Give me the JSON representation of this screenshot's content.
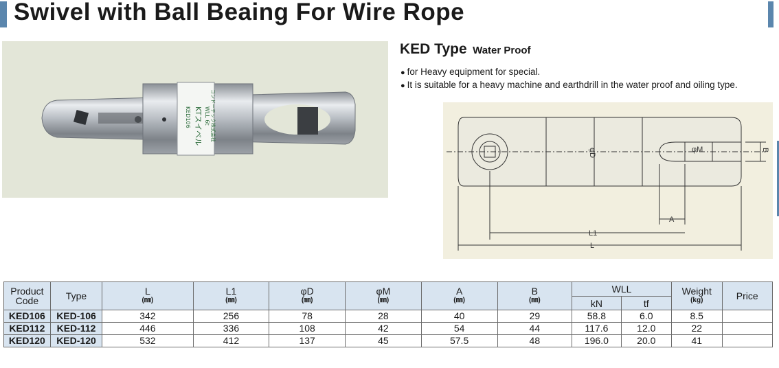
{
  "page": {
    "title": "Swivel with Ball Beaing For Wire Rope"
  },
  "product": {
    "type_heading": "KED Type",
    "type_subheading": "Water Proof",
    "bullets": [
      "for Heavy equipment for special.",
      "It is suitable for a heavy machine and earthdrill in the water proof and oiling type."
    ],
    "photo_label_main": "KTスイベル",
    "photo_label_code": "KED106",
    "photo_label_wll": "WLL 6t",
    "photo_label_maker": "コンドーテック株式会社"
  },
  "diagram": {
    "labels": {
      "d": "φD",
      "m": "φM",
      "b": "B",
      "a": "A",
      "l1": "L1",
      "l": "L"
    }
  },
  "colors": {
    "accent": "#5b86ad",
    "header_bg": "#d8e4f0",
    "photo_bg": "#e3e6d8",
    "diagram_bg": "#f2efdf"
  },
  "table": {
    "headers": {
      "product_code_1": "Product",
      "product_code_2": "Code",
      "type": "Type",
      "l": "L",
      "l1": "L1",
      "d": "φD",
      "m": "φM",
      "a": "A",
      "b": "B",
      "unit_mm": "(㎜)",
      "wll": "WLL",
      "kn": "kN",
      "tf": "tf",
      "weight": "Weight",
      "unit_kg": "(kg)",
      "price": "Price"
    },
    "rows": [
      {
        "code": "KED106",
        "type": "KED-106",
        "l": "342",
        "l1": "256",
        "d": "78",
        "m": "28",
        "a": "40",
        "b": "29",
        "kn": "58.8",
        "tf": "6.0",
        "weight": "8.5",
        "price": ""
      },
      {
        "code": "KED112",
        "type": "KED-112",
        "l": "446",
        "l1": "336",
        "d": "108",
        "m": "42",
        "a": "54",
        "b": "44",
        "kn": "117.6",
        "tf": "12.0",
        "weight": "22",
        "price": ""
      },
      {
        "code": "KED120",
        "type": "KED-120",
        "l": "532",
        "l1": "412",
        "d": "137",
        "m": "45",
        "a": "57.5",
        "b": "48",
        "kn": "196.0",
        "tf": "20.0",
        "weight": "41",
        "price": ""
      }
    ]
  }
}
